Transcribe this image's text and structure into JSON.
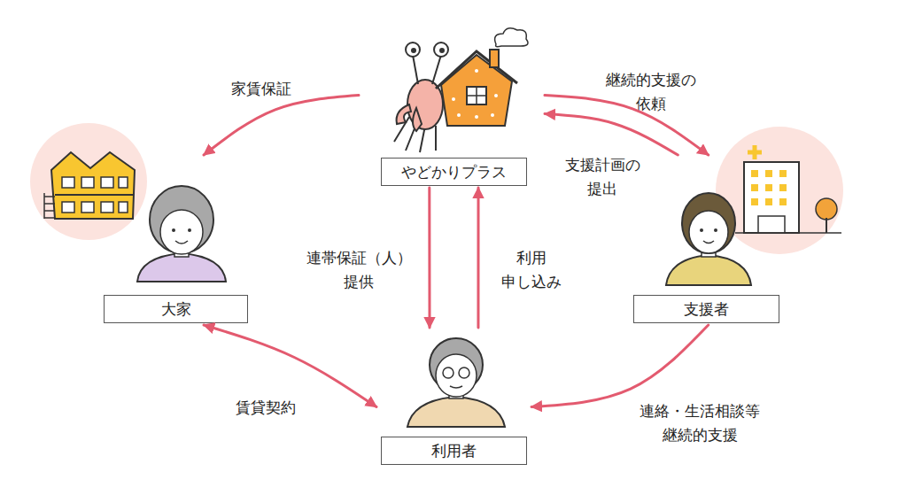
{
  "diagram": {
    "nodes": [
      {
        "text": [
          "やどかりプラス"
        ]
      },
      {
        "text": [
          "大家"
        ]
      },
      {
        "text": [
          "支援者"
        ]
      },
      {
        "text": [
          "利用者"
        ]
      }
    ],
    "edges": [
      {
        "from": 0,
        "to": 1,
        "label": "家賃保証",
        "arrow": "to"
      },
      {
        "from": 1,
        "to": 3,
        "label": "賃貸契約",
        "arrow": "both"
      },
      {
        "from": 0,
        "to": 2,
        "label": "継続的支援の 依頼",
        "arrow": "to"
      },
      {
        "from": 2,
        "to": 0,
        "label": "支援計画の 提出",
        "arrow": "to"
      },
      {
        "from": 0,
        "to": 3,
        "label": "連帯保証（人） 提供",
        "arrow": "to"
      },
      {
        "from": 3,
        "to": 0,
        "label": "利用 申し込み",
        "arrow": "to"
      },
      {
        "from": 2,
        "to": 3,
        "label": "連絡・生活相談等 継続的支援",
        "arrow": "to"
      }
    ]
  }
}
